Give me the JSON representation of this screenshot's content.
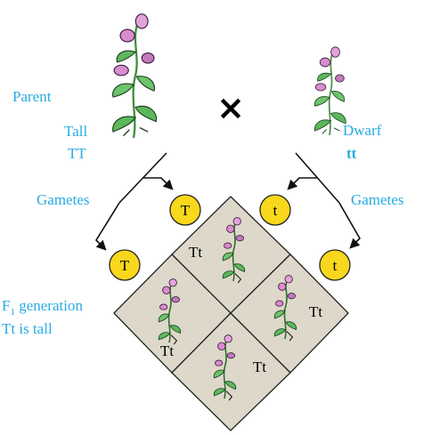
{
  "labels": {
    "parent": "Parent",
    "tall": "Tall",
    "tt_upper": "TT",
    "dwarf": "Dwarf",
    "tt_lower": "tt",
    "gametes_left": "Gametes",
    "gametes_right": "Gametes",
    "f1_prefix": "F",
    "f1_sub": "1",
    "f1_suffix": " generation",
    "tt_is_tall": "Tt is tall"
  },
  "cross_symbol": "×",
  "gametes": {
    "parent1_upper": "T",
    "parent2_upper": "t",
    "parent1_lower": "T",
    "parent2_lower": "t"
  },
  "offspring": {
    "top": "Tt",
    "left": "Tt",
    "right": "Tt",
    "bottom": "Tt"
  },
  "colors": {
    "label_text": "#29abe2",
    "gamete_fill": "#f9d71c",
    "gamete_stroke": "#222222",
    "punnett_fill": "#ddd8c9",
    "punnett_stroke": "#222222",
    "leaf_green": "#5cb85c",
    "flower_pink": "#d98ccf",
    "flower_purple": "#9b4f96"
  }
}
